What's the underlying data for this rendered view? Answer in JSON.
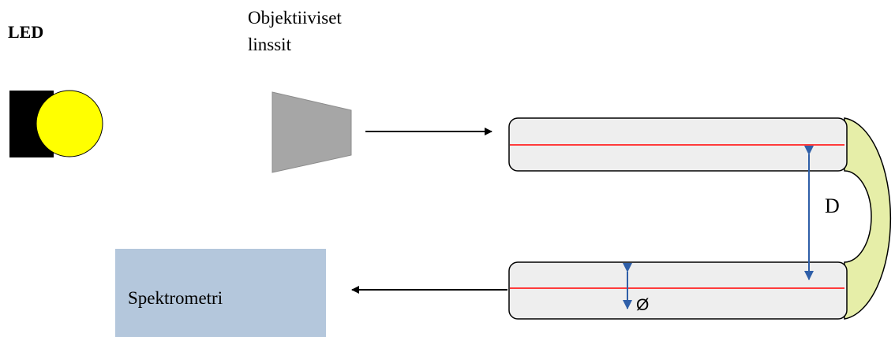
{
  "labels": {
    "led": "LED",
    "lens_line1": "Objektiiviset",
    "lens_line2": "linssit",
    "spectrometer": "Spektrometri",
    "distance": "D",
    "diameter": "Ø"
  },
  "colors": {
    "led_body": "#000000",
    "led_light": "#ffff00",
    "lens": "#a6a6a6",
    "fiber_fill": "#eeeeee",
    "fiber_core": "#ff3b3b",
    "bend": "#e6eea8",
    "spectrometer": "#b4c7dc",
    "dimension_arrow": "#2f5fa8"
  }
}
